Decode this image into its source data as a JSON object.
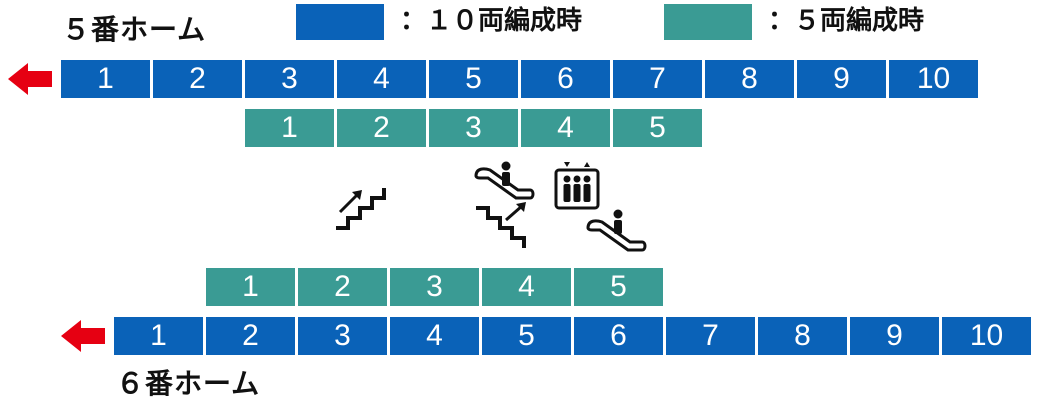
{
  "colors": {
    "ten_car": "#0a62b8",
    "five_car": "#3a9b94",
    "direction_arrow": "#e60012"
  },
  "legend": {
    "ten_car_label": "：１０両編成時",
    "five_car_label": "：５両編成時"
  },
  "platform5": {
    "label": "５番ホーム",
    "ten_cars": [
      "1",
      "2",
      "3",
      "4",
      "5",
      "6",
      "7",
      "8",
      "9",
      "10"
    ],
    "five_cars": [
      "1",
      "2",
      "3",
      "4",
      "5"
    ]
  },
  "platform6": {
    "label": "６番ホーム",
    "ten_cars": [
      "1",
      "2",
      "3",
      "4",
      "5",
      "6",
      "7",
      "8",
      "9",
      "10"
    ],
    "five_cars": [
      "1",
      "2",
      "3",
      "4",
      "5"
    ]
  },
  "facility_icons": [
    "stairs-up-icon",
    "escalator-up-icon",
    "stairs-down-icon",
    "elevator-icon",
    "escalator-down-icon"
  ]
}
